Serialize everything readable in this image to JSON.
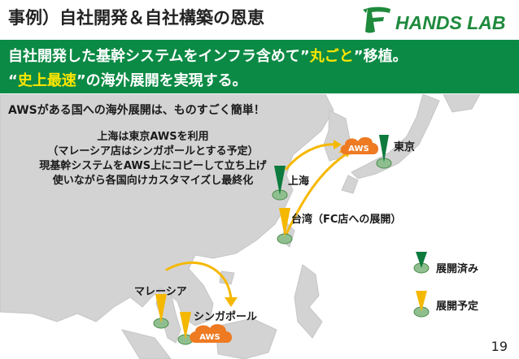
{
  "title": "事例）自社開発＆自社構築の恩恵",
  "logo": {
    "text": "HANDS LAB"
  },
  "banner": {
    "line1_pre": "自社開発した基幹システムをインフラ含めて”",
    "line1_hl": "丸ごと",
    "line1_post": "”移植。",
    "line2_pre": "“",
    "line2_hl": "史上最速",
    "line2_post": "”の海外展開を実現する。"
  },
  "intro": "AWSがある国への海外展開は、ものすごく簡単！",
  "note": {
    "lines": [
      "上海は東京AWSを利用",
      "（マレーシア店はシンガポールとする予定）",
      "現基幹システムをAWS上にコピーして立ち上げ",
      "使いながら各国向けカスタマイズし最終化"
    ]
  },
  "cities": {
    "tokyo": "東京",
    "shanghai": "上海",
    "taiwan": "台湾（FC店への展開）",
    "malaysia": "マレーシア",
    "singapore": "シンガポール"
  },
  "cloud_label": "AWS",
  "legend": {
    "deployed": "展開済み",
    "planned": "展開予定"
  },
  "colors": {
    "banner": "#0b8a45",
    "highlight": "#ffe600",
    "deployed_marker": "#0d7a3e",
    "planned_marker": "#f5b800",
    "aws_cloud": "#ee7a22",
    "arrow": "#f5b800",
    "land": "#d3d3d3"
  },
  "page_number": "19"
}
